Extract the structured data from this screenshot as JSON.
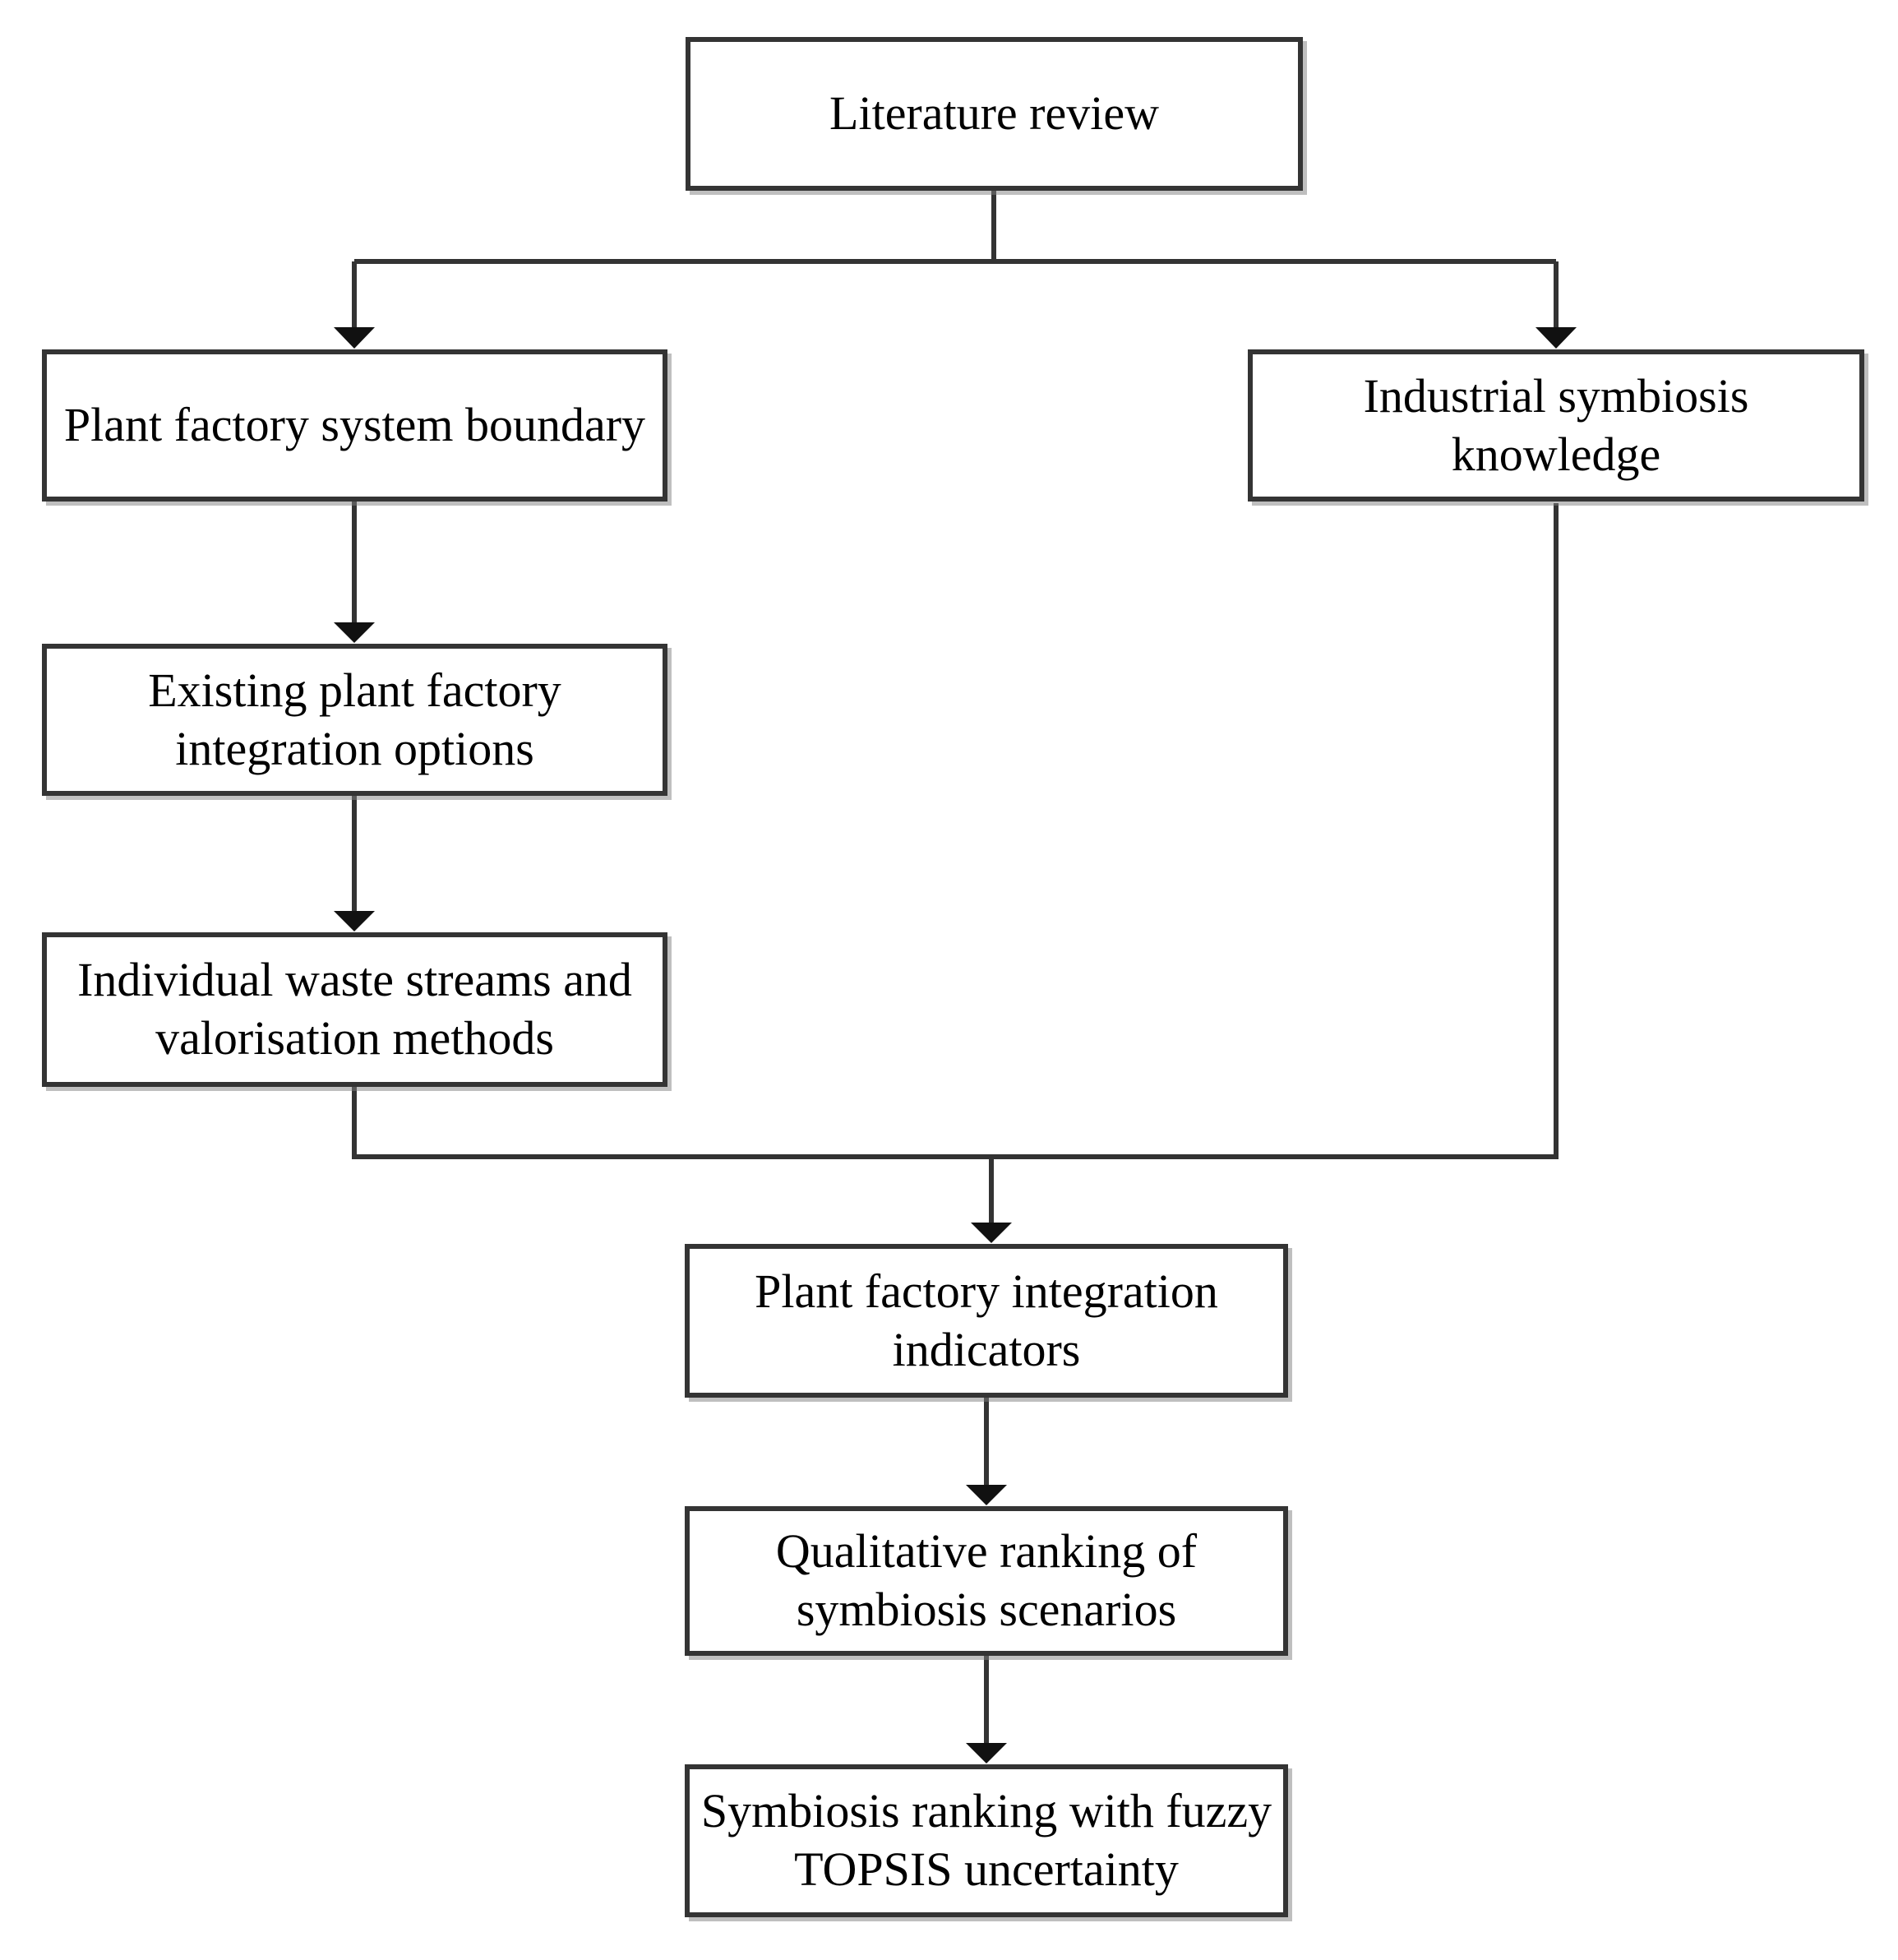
{
  "figure": {
    "type": "flowchart",
    "colors": {
      "background": "#ffffff",
      "box_fill": "#ffffff",
      "box_border": "#343434",
      "line": "#333333",
      "arrowhead": "#111111",
      "text": "#000000"
    },
    "nodes": [
      {
        "id": "literature-review",
        "label": "Literature review"
      },
      {
        "id": "plant-factory-system-boundary",
        "label": "Plant factory system boundary"
      },
      {
        "id": "industrial-symbiosis-knowledge",
        "label": "Industrial symbiosis knowledge"
      },
      {
        "id": "existing-plant-factory-integration-options",
        "label": "Existing plant factory integration options"
      },
      {
        "id": "individual-waste-streams-and-valorisation-methods",
        "label": "Individual waste streams and valorisation methods"
      },
      {
        "id": "plant-factory-integration-indicators",
        "label": "Plant factory integration indicators"
      },
      {
        "id": "qualitative-ranking-of-symbiosis-scenarios",
        "label": "Qualitative ranking of symbiosis scenarios"
      },
      {
        "id": "symbiosis-ranking-with-fuzzy-topsis-uncertainty",
        "label": "Symbiosis ranking with fuzzy TOPSIS uncertainty"
      }
    ],
    "edges": [
      {
        "from": "literature-review",
        "to": "plant-factory-system-boundary"
      },
      {
        "from": "literature-review",
        "to": "industrial-symbiosis-knowledge"
      },
      {
        "from": "plant-factory-system-boundary",
        "to": "existing-plant-factory-integration-options"
      },
      {
        "from": "existing-plant-factory-integration-options",
        "to": "individual-waste-streams-and-valorisation-methods"
      },
      {
        "from": "individual-waste-streams-and-valorisation-methods",
        "to": "plant-factory-integration-indicators"
      },
      {
        "from": "industrial-symbiosis-knowledge",
        "to": "plant-factory-integration-indicators"
      },
      {
        "from": "plant-factory-integration-indicators",
        "to": "qualitative-ranking-of-symbiosis-scenarios"
      },
      {
        "from": "qualitative-ranking-of-symbiosis-scenarios",
        "to": "symbiosis-ranking-with-fuzzy-topsis-uncertainty"
      }
    ]
  }
}
